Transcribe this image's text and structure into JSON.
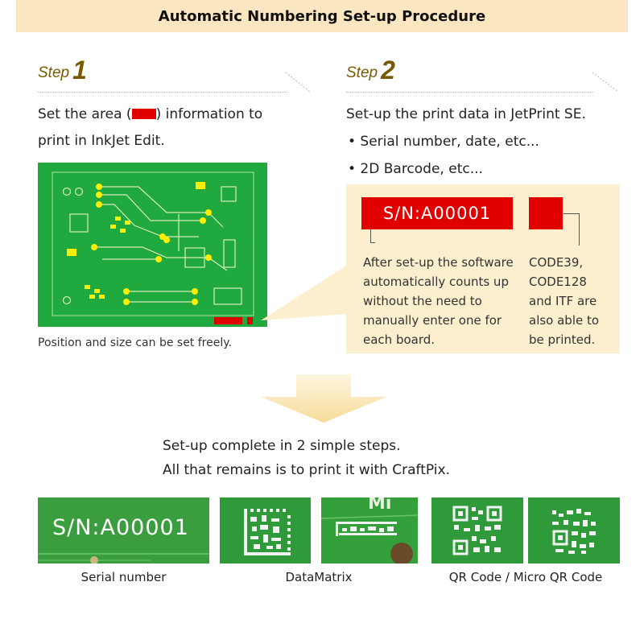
{
  "header": {
    "title": "Automatic Numbering Set-up Procedure"
  },
  "step1": {
    "word": "Step",
    "number": "1",
    "line1_before": "Set the area (",
    "line1_after": ")  information to",
    "line2": "print in InkJet Edit.",
    "caption": "Position and size can be set freely."
  },
  "step2": {
    "word": "Step",
    "number": "2",
    "intro": "Set-up the print data in JetPrint SE.",
    "bullets": [
      "• Serial number, date, etc...",
      "• 2D Barcode, etc..."
    ],
    "serial_label": "S/N:A00001",
    "left_desc": [
      "After set-up the software",
      "automatically counts up",
      "without the need to",
      "manually enter one for",
      "each board."
    ],
    "right_desc": [
      "CODE39,",
      "CODE128",
      "and ITF are",
      "also able to",
      "be printed."
    ]
  },
  "summary": {
    "line1": "Set-up complete in 2 simple steps.",
    "line2": "All that remains is to print it with CraftPix."
  },
  "examples": {
    "serial_photo_text": "S/N:A00001",
    "captions": [
      "Serial number",
      "DataMatrix",
      "QR Code / Micro QR Code"
    ]
  },
  "colors": {
    "header_bg": "#fbe6c2",
    "step_accent": "#7a5a00",
    "pcb_green": "#1fa93f",
    "marker_red": "#e00000",
    "pad_yellow": "#ffee00",
    "panel_bg": "#fbefce"
  }
}
